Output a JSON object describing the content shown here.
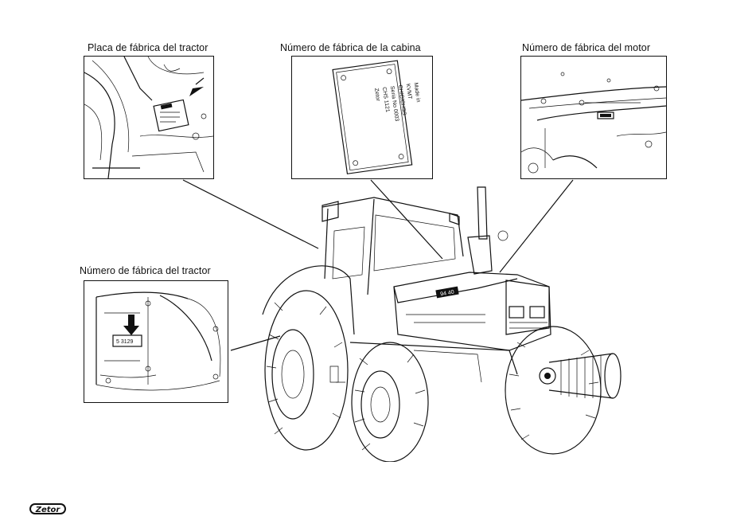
{
  "captions": {
    "tractor_plate": "Placa de fábrica del tractor",
    "cab_number": "Número de fábrica de la cabina",
    "engine_number": "Número de fábrica del motor",
    "tractor_number": "Número de fábrica del tractor"
  },
  "cab_plate_lines": [
    "Zetor",
    "CHS 1121",
    "Seria No 0003",
    "CH/C/CHSS",
    "KVMT",
    "Made in"
  ],
  "tractor_number_stamp": "5 3129",
  "hood_badge": "94 40",
  "logo": {
    "text": "Zetor"
  }
}
